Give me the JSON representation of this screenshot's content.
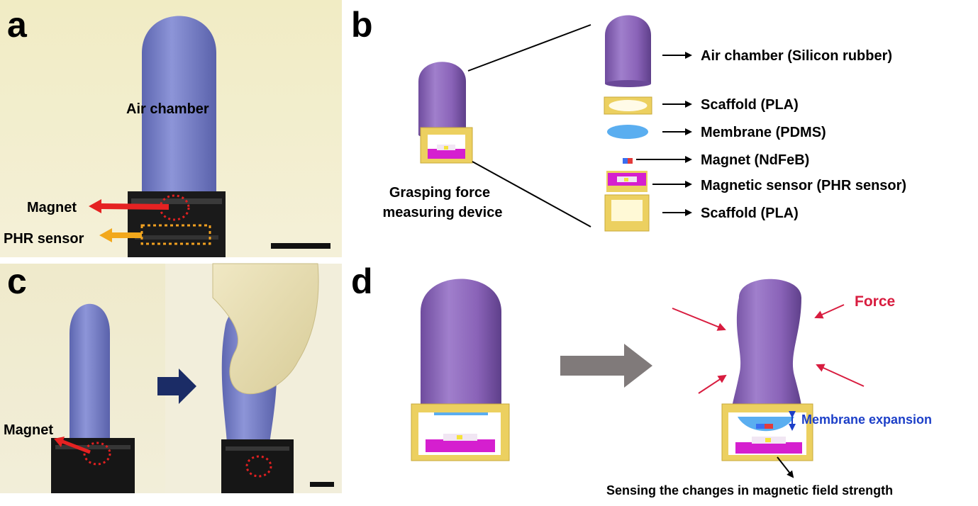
{
  "panels": {
    "a": {
      "letter": "a",
      "labels": {
        "air_chamber": "Air chamber",
        "magnet": "Magnet",
        "phr_sensor": "PHR sensor"
      }
    },
    "b": {
      "letter": "b",
      "device_caption": [
        "Grasping force",
        "measuring device"
      ],
      "parts": [
        "Air chamber (Silicon rubber)",
        "Scaffold (PLA)",
        "Membrane (PDMS)",
        "Magnet (NdFeB)",
        "Magnetic sensor (PHR sensor)",
        "Scaffold (PLA)"
      ]
    },
    "c": {
      "letter": "c",
      "labels": {
        "magnet": "Magnet"
      }
    },
    "d": {
      "letter": "d",
      "labels": {
        "force": "Force",
        "membrane_expansion": "Membrane expansion",
        "sensing": "Sensing the changes in magnetic field strength"
      }
    }
  },
  "colors": {
    "chamber_purple": "#8a63b8",
    "photo_chamber_blue": "#7a82c8",
    "scaffold_yellow": "#ecd060",
    "sensor_magenta": "#d51fcf",
    "membrane_blue": "#5aaef0",
    "force_red": "#d81c3f",
    "expansion_blue": "#1c3fc8",
    "photo_background": "#f3efcf",
    "gray_arrow": "#807a7a",
    "navy_arrow": "#1b2c66"
  },
  "icons": {
    "gray_arrow": "arrow-right-icon",
    "navy_arrow": "arrow-right-icon",
    "part_arrow": "arrow-right-icon"
  }
}
